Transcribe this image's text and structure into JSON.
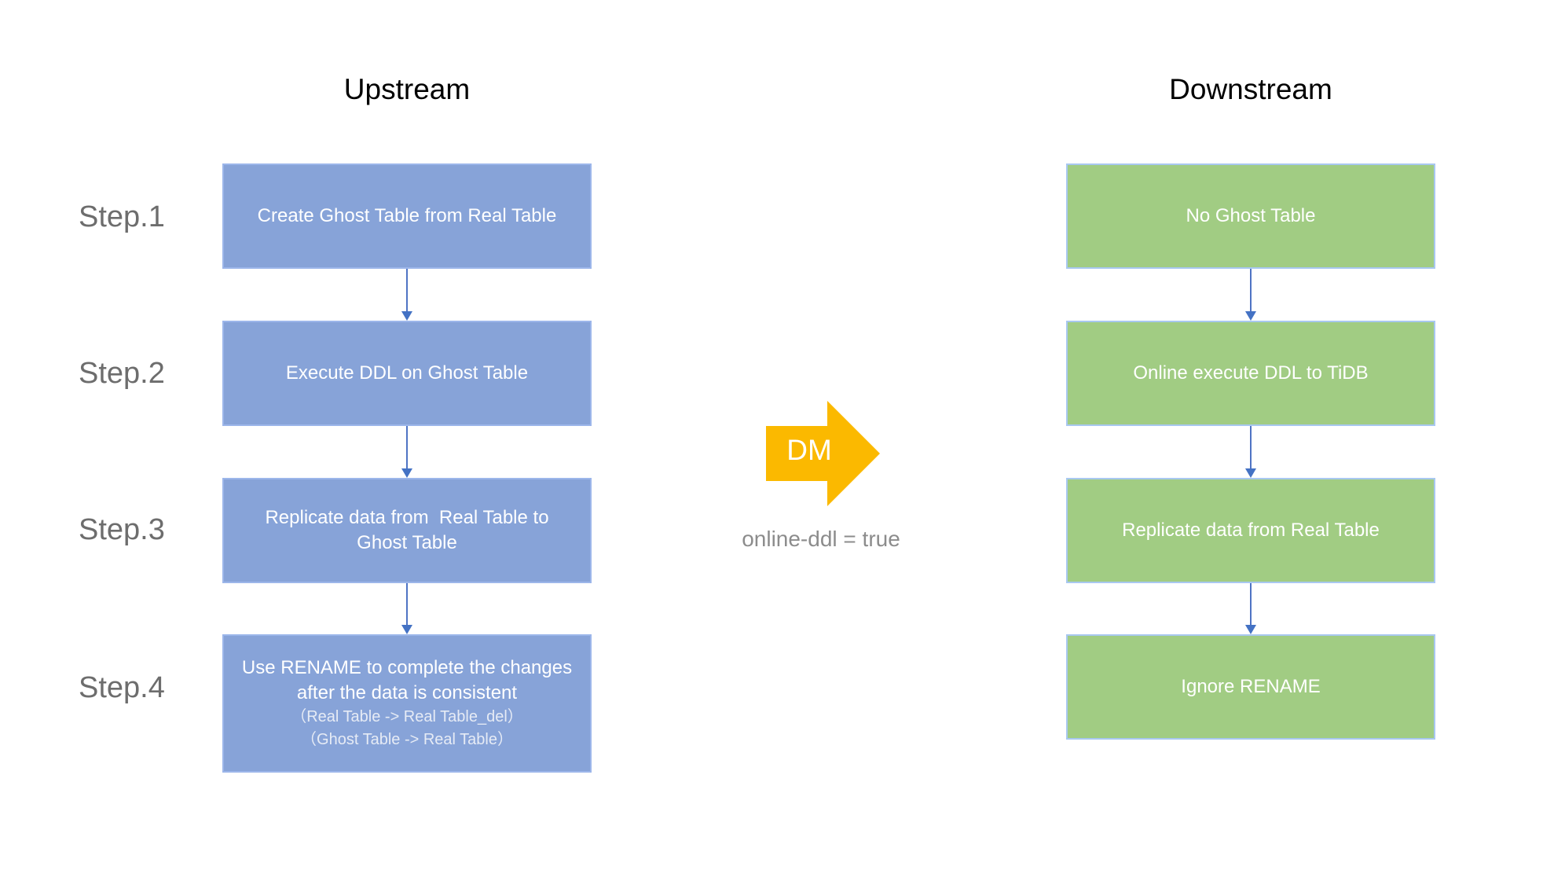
{
  "headings": {
    "upstream": "Upstream",
    "downstream": "Downstream"
  },
  "steps": [
    "Step.1",
    "Step.2",
    "Step.3",
    "Step.4"
  ],
  "upstream": {
    "box1": "Create Ghost Table from Real Table",
    "box2": "Execute DDL on Ghost Table",
    "box3_line1": "Replicate data from  Real Table to",
    "box3_line2": "Ghost Table",
    "box4_line1": "Use RENAME to complete the changes",
    "box4_line2": "after the data is consistent",
    "box4_sub1": "（Real Table -> Real Table_del）",
    "box4_sub2": "（Ghost Table -> Real Table）"
  },
  "downstream": {
    "box1": "No Ghost Table",
    "box2": "Online execute DDL to TiDB",
    "box3": "Replicate data from Real Table",
    "box4": "Ignore RENAME"
  },
  "dm": {
    "label": "DM",
    "caption": "online-ddl = true"
  },
  "colors": {
    "upstream_box": "#87a3d8",
    "downstream_box": "#a1cc83",
    "dm_arrow": "#fbb900",
    "connector": "#4472c4"
  }
}
